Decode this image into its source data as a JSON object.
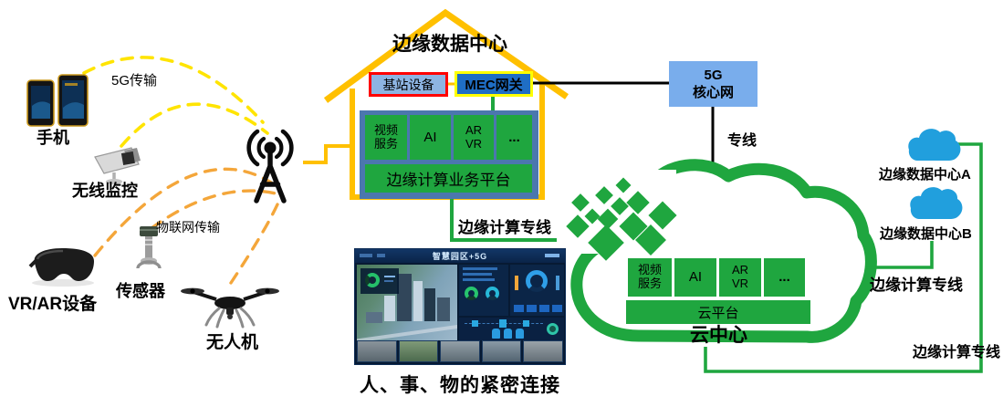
{
  "diagram": {
    "devices": {
      "phones": "手机",
      "camera": "无线监控",
      "vr": "VR/AR设备",
      "sensor": "传感器",
      "drone": "无人机"
    },
    "link_labels": {
      "g5": "5G传输",
      "iot": "物联网传输",
      "dedicated": "专线",
      "edge_house": "边缘计算专线",
      "edge_b": "边缘计算专线",
      "edge_bottom": "边缘计算专线"
    },
    "edge_dc": {
      "title": "边缘数据中心",
      "base_station": "基站设备",
      "mec": "MEC网关",
      "services": [
        {
          "l1": "视频",
          "l2": "服务"
        },
        {
          "l1": "AI",
          "l2": ""
        },
        {
          "l1": "AR",
          "l2": "VR"
        },
        {
          "l1": "...",
          "l2": ""
        }
      ],
      "platform": "边缘计算业务平台"
    },
    "core_5g": {
      "l1": "5G",
      "l2": "核心网"
    },
    "cloud": {
      "services": [
        {
          "l1": "视频",
          "l2": "服务"
        },
        {
          "l1": "AI",
          "l2": ""
        },
        {
          "l1": "AR",
          "l2": "VR"
        },
        {
          "l1": "...",
          "l2": ""
        }
      ],
      "platform": "云平台",
      "title": "云中心"
    },
    "remote_dcs": {
      "a": "边缘数据中心A",
      "b": "边缘数据中心B"
    },
    "dashboard": {
      "title": "智慧园区+5G",
      "caption": "人、事、物的紧密连接"
    },
    "colors": {
      "house_gold": "#FFC000",
      "green": "#1FA63F",
      "yellow_dash": "#FFE400",
      "orange_dash": "#F4A63A",
      "base_station_fill": "#8DB4E2",
      "base_station_border": "#FF0000",
      "mec_fill": "#1F6EC5",
      "mec_border": "#FFFF00",
      "core_fill": "#79ADEC",
      "container_fill": "#4B77AE",
      "cloud_blue": "#219FDD"
    }
  }
}
